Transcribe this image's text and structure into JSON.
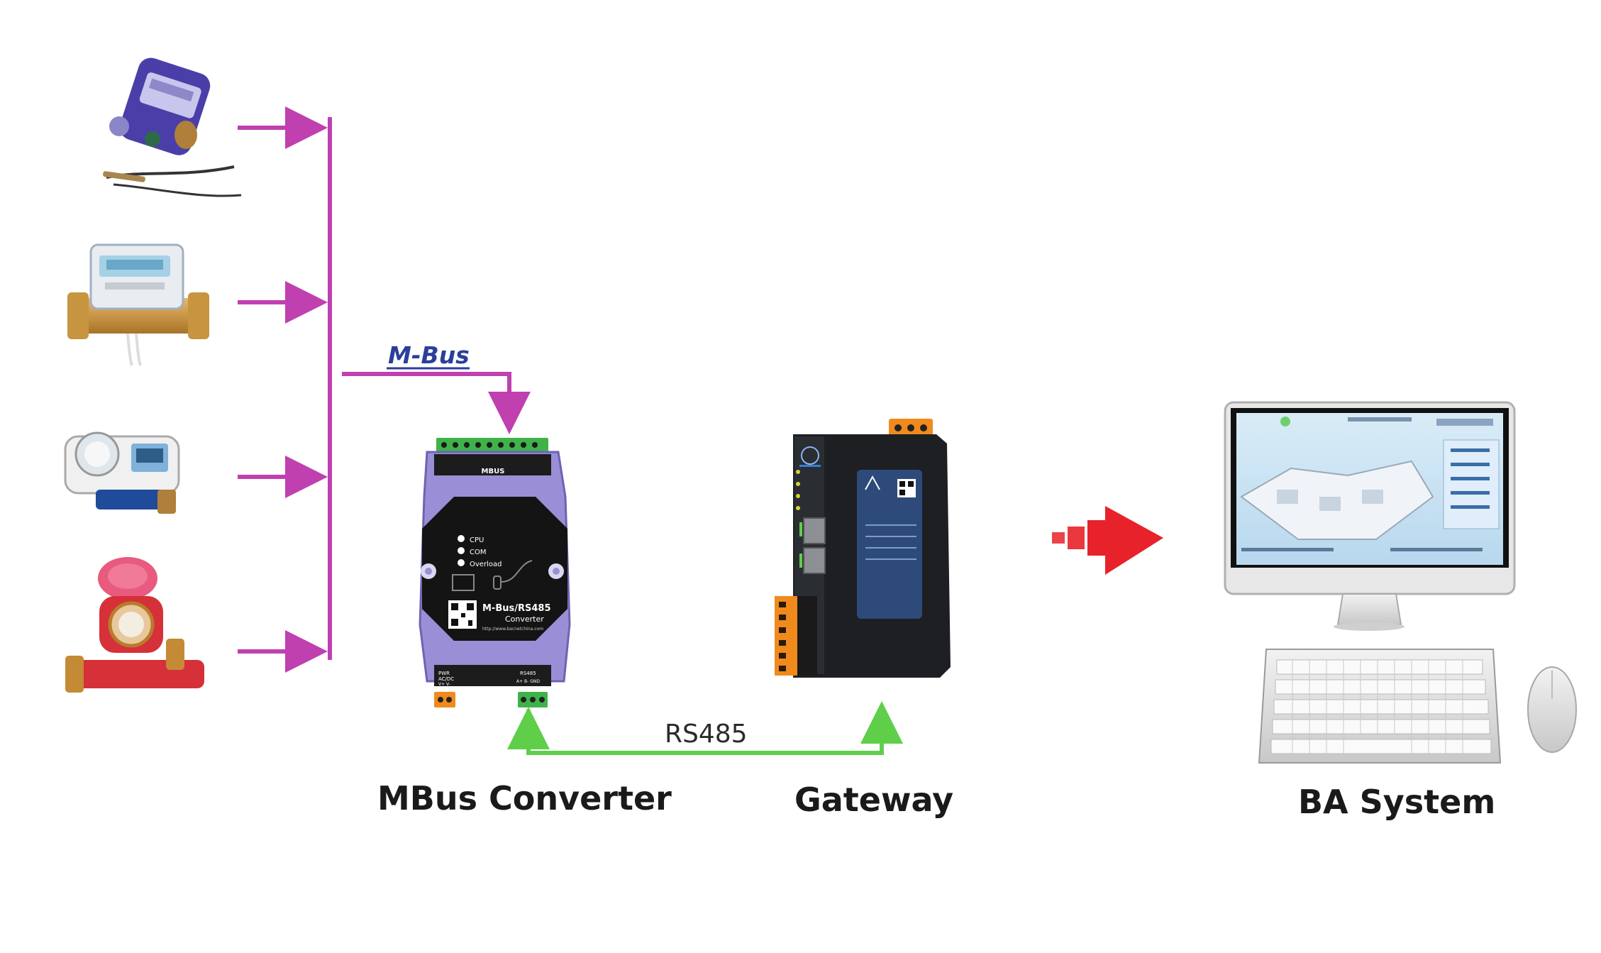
{
  "labels": {
    "mbus": "M-Bus",
    "rs485": "RS485",
    "converter": "MBus Converter",
    "gateway": "Gateway",
    "ba_system": "BA System"
  },
  "converter_device": {
    "top_port_label": "MBUS",
    "led_cpu": "CPU",
    "led_com": "COM",
    "led_overload": "Overload",
    "product_name": "M-Bus/RS485",
    "product_sub": "Converter",
    "website": "http://www.bacnetchina.com",
    "power_label": "PWR\nAC/DC",
    "rs485_label": "RS485",
    "rs485_pins": "A+  B-  GND",
    "power_pins": "V+  V-"
  },
  "colors": {
    "mbus_line": "#c040b0",
    "rs485_line": "#5fcf4a",
    "arrow_red": "#e8222a",
    "converter_body": "#9a8fd6",
    "gateway_body": "#1d1f22",
    "gateway_panel": "#2d4a7a",
    "terminal_green": "#3fb34a",
    "terminal_orange": "#f08a1c"
  },
  "icons": {
    "meter_1": "ultrasonic-heat-meter-icon",
    "meter_2": "brass-heat-meter-icon",
    "meter_3": "prepaid-water-meter-icon",
    "meter_4": "red-water-meter-icon",
    "converter": "mbus-converter-device-icon",
    "gateway": "gateway-device-icon",
    "arrow": "red-arrow-icon",
    "monitor": "computer-monitor-icon",
    "keyboard": "keyboard-icon",
    "mouse": "mouse-icon"
  }
}
